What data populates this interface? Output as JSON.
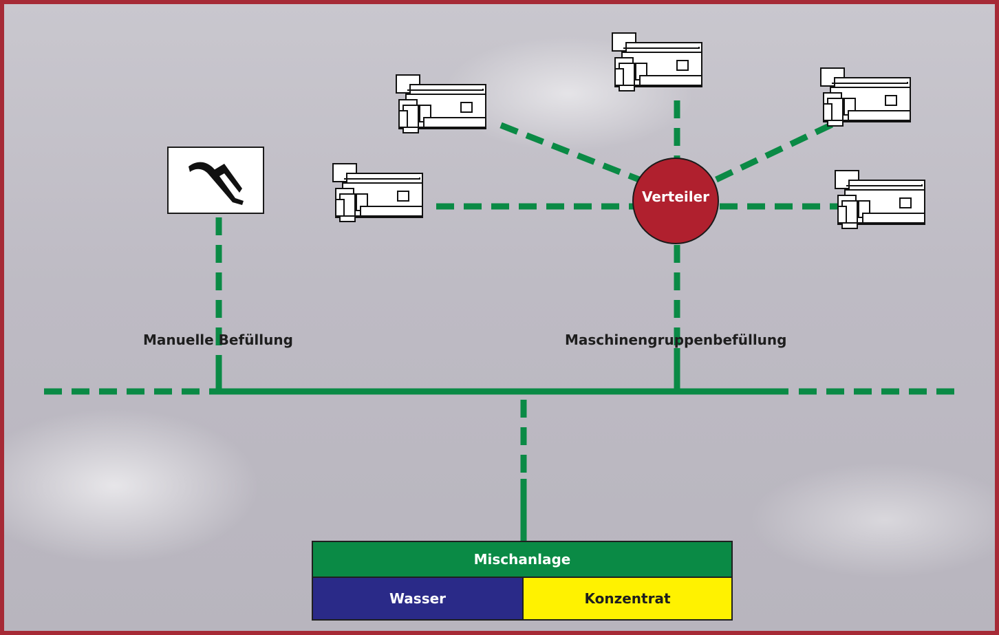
{
  "diagram": {
    "labels": {
      "manual_filling": "Manuelle Befüllung",
      "group_filling": "Maschinengruppenbefüllung",
      "distributor": "Verteiler"
    },
    "mixing_unit": {
      "title": "Mischanlage",
      "water": "Wasser",
      "concentrate": "Konzentrat"
    },
    "colors": {
      "frame": "#a62a36",
      "line": "#0a8a45",
      "distributor": "#b0202e",
      "water": "#2a2a88",
      "concentrate": "#fff200"
    },
    "icons": [
      "machine-tool-icon",
      "filling-nozzle-icon"
    ]
  }
}
